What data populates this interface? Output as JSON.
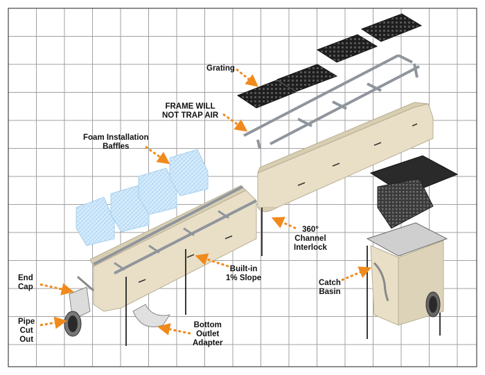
{
  "colors": {
    "grid": "#a0a0a0",
    "border": "#444444",
    "arrow": "#f08a1c",
    "channel_face": "#e8dfc6",
    "channel_top": "#d8ceb2",
    "metal": "#8f959c",
    "grating": "#1e1e1e",
    "foam": "#bfe0f7"
  },
  "labels": {
    "grating": [
      "Grating"
    ],
    "frame": [
      "FRAME WILL",
      "NOT TRAP AIR"
    ],
    "foam": [
      "Foam Installation",
      "Baffles"
    ],
    "interlock": [
      "360°",
      "Channel",
      "Interlock"
    ],
    "slope": [
      "Built-in",
      "1% Slope"
    ],
    "end_cap": [
      "End",
      "Cap"
    ],
    "pipe": [
      "Pipe",
      "Cut",
      "Out"
    ],
    "outlet": [
      "Bottom",
      "Outlet",
      "Adapter"
    ],
    "catch": [
      "Catch",
      "Basin"
    ]
  }
}
